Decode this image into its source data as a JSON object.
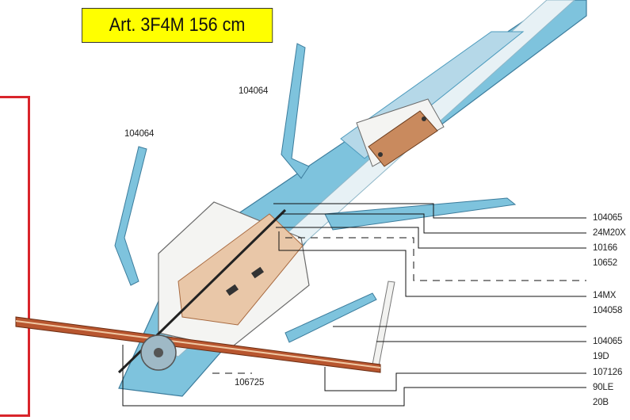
{
  "title": "Art. 3F4M 156 cm",
  "colors": {
    "title_bg": "#ffff00",
    "frame_red": "#d9252b",
    "body_blue": "#7ec3dd",
    "body_blue_dark": "#4d9bbd",
    "copper": "#c98a5e",
    "copper_light": "#e9c7a8",
    "ruler": "#b8562f"
  },
  "labels": {
    "top_mid": "104064",
    "top_left": "104064",
    "r1": "104065",
    "r2": "24M20X",
    "r3": "10166",
    "r4": "10652",
    "r5": "14MX",
    "r6": "104058",
    "r7": "104065",
    "r8": "19D",
    "r9": "107126",
    "r10": "90LE",
    "r11": "20B",
    "bottom": "106725"
  }
}
